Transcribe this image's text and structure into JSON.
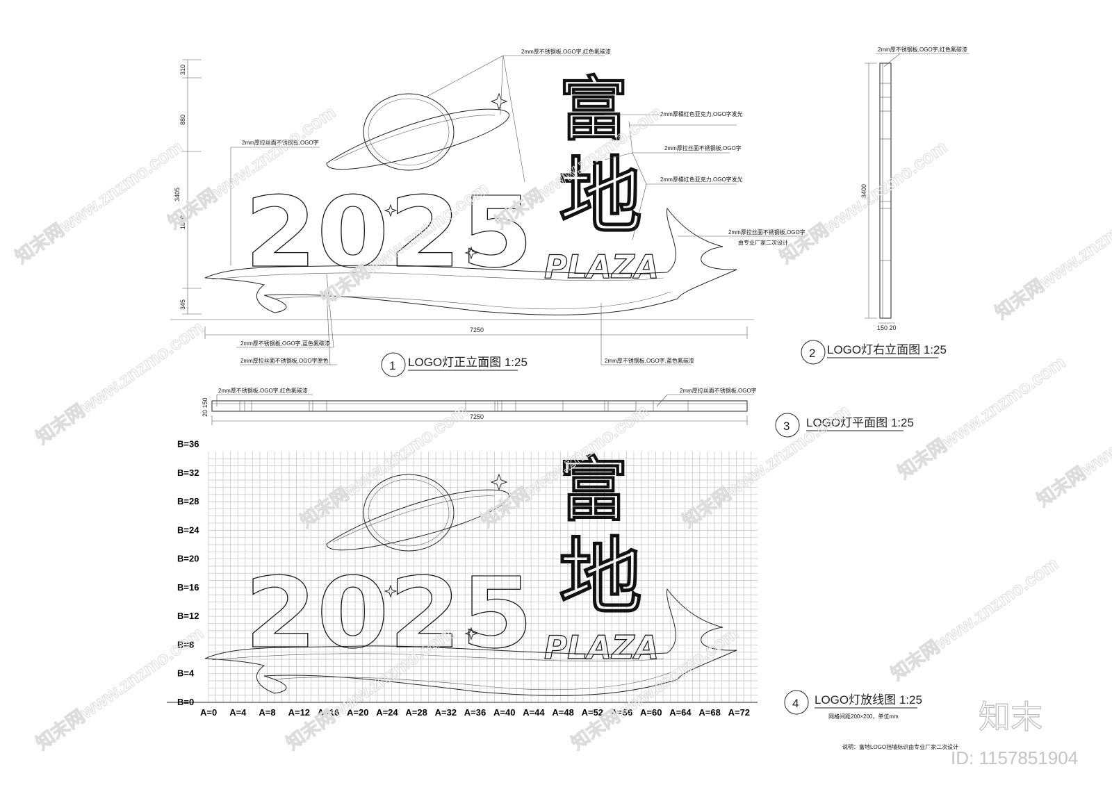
{
  "notes": {
    "front_top": "2mm厚不锈钢板,OGO字,红色氟碳漆",
    "front_left": "2mm厚拉丝面不锈钢板,OGO字",
    "front_r1": "2mm厚橘红色亚克力,OGO字发光",
    "front_r2": "2mm厚拉丝面不锈钢板,OGO字",
    "front_r3": "2mm厚橘红色亚克力,OGO字发光",
    "front_r4": "2mm厚拉丝面不锈钢板,OGO字",
    "front_r4b": "由专业厂家二次设计",
    "front_b1": "2mm厚不锈钢板,OGO字,蓝色氟碳漆",
    "front_b2": "2mm厚拉丝面不锈钢板,OGO字原色",
    "front_b3": "2mm厚不锈钢板,OGO字,蓝色氟碳漆",
    "side_top": "2mm厚不锈钢板,OGO字,红色氟碳漆",
    "plan_left": "2mm厚不锈钢板,OGO字,红色氟碳漆",
    "plan_right": "2mm厚拉丝面不锈钢板,OGO字"
  },
  "dims": {
    "front_v": [
      "310",
      "880",
      "3405",
      "1870",
      "345"
    ],
    "front_width": "7250",
    "side_height": "3400",
    "side_width": "150 20",
    "plan_height": "20 150",
    "plan_width": "7250"
  },
  "titles": {
    "t1_num": "1",
    "t1": "LOGO灯正立面图 1:25",
    "t2_num": "2",
    "t2": "LOGO灯右立面图 1:25",
    "t3_num": "3",
    "t3": "LOGO灯平面图 1:25",
    "t4_num": "4",
    "t4": "LOGO灯放线图 1:25",
    "t4_sub": "网格间距200×200，单位mm",
    "t4_note": "说明：富地LOGO挡墙标识由专业厂家二次设计"
  },
  "logo": {
    "digits": "2025",
    "cn1": "富",
    "cn2": "地",
    "en": "PLAZA"
  },
  "grid": {
    "b_labels": [
      "B=0",
      "B=4",
      "B=8",
      "B=12",
      "B=16",
      "B=20",
      "B=24",
      "B=28",
      "B=32",
      "B=36"
    ],
    "a_labels": [
      "A=0",
      "A=4",
      "A=8",
      "A=12",
      "A=16",
      "A=20",
      "A=24",
      "A=28",
      "A=32",
      "A=36",
      "A=40",
      "A=44",
      "A=48",
      "A=52",
      "A=56",
      "A=60",
      "A=64",
      "A=68",
      "A=72"
    ]
  },
  "watermark": {
    "text": "知末网www.znzmo.com",
    "brand": "知末",
    "id": "ID: 1157851904"
  }
}
